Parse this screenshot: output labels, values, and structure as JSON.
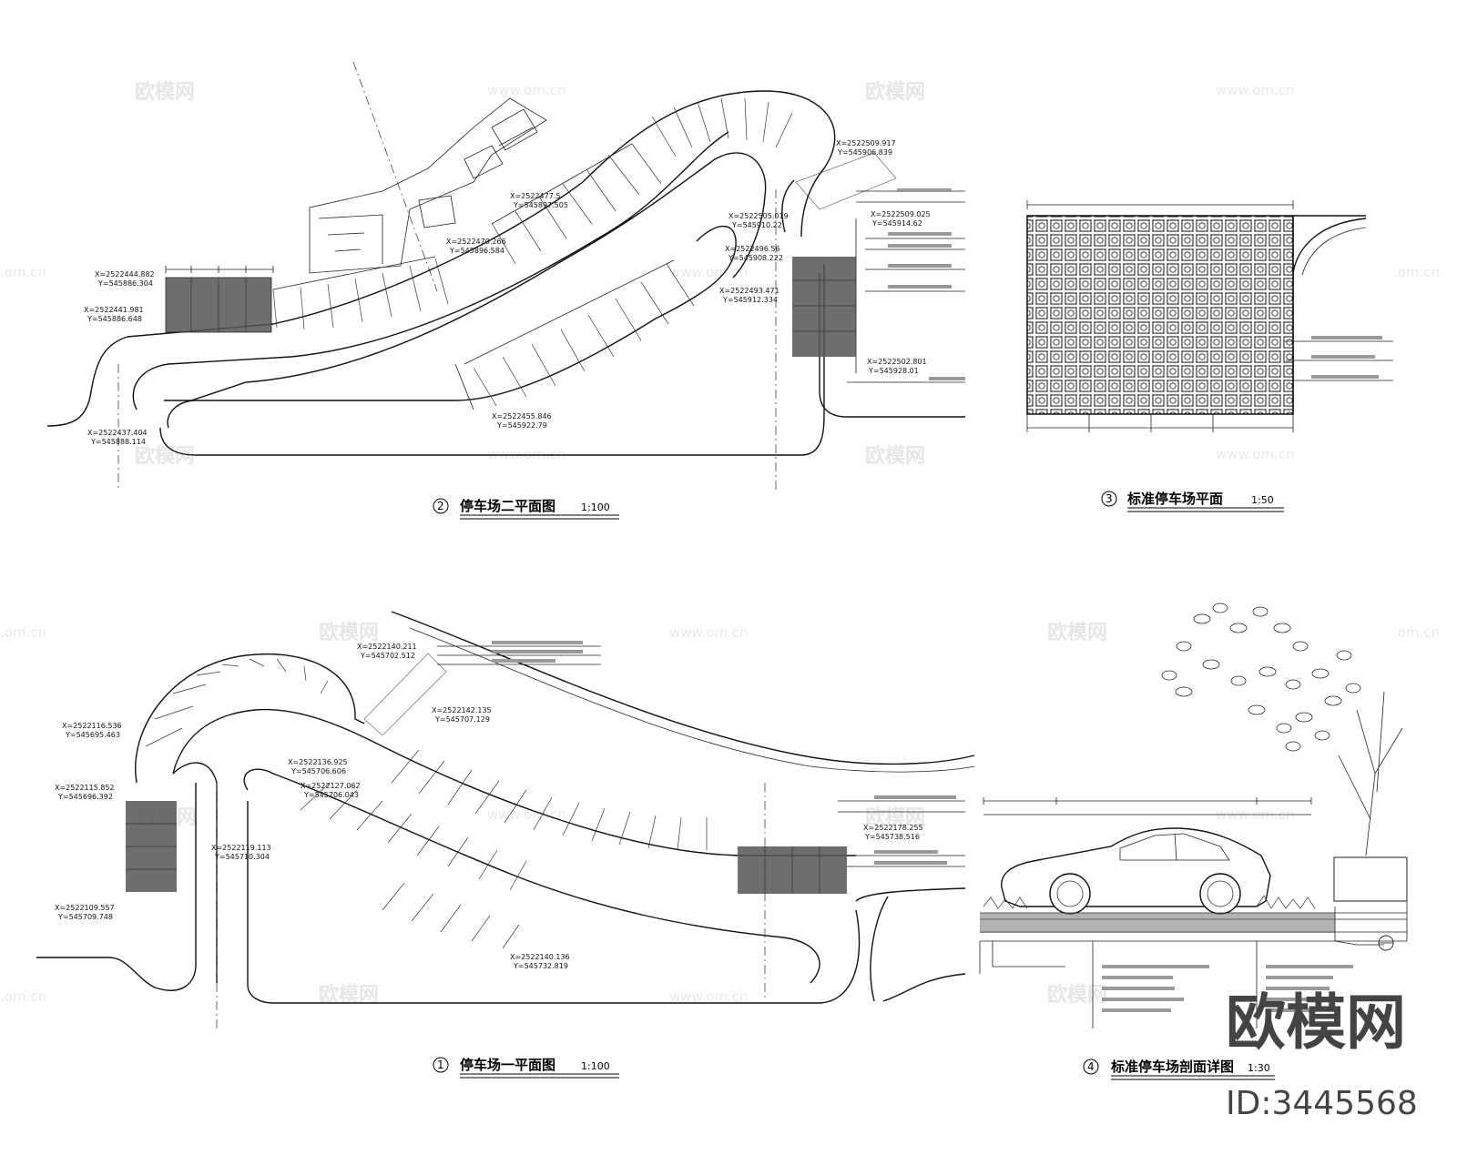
{
  "drawings": [
    {
      "number": "2",
      "title": "停车场二平面图",
      "scale": "1:100"
    },
    {
      "number": "3",
      "title": "标准停车场平面",
      "scale": "1:50"
    },
    {
      "number": "1",
      "title": "停车场一平面图",
      "scale": "1:100"
    },
    {
      "number": "4",
      "title": "标准停车场剖面详图",
      "scale": "1:30"
    }
  ],
  "coords_plan2": [
    [
      "X=2522444.882",
      "Y=545886.304"
    ],
    [
      "X=2522441.981",
      "Y=545886.648"
    ],
    [
      "X=2522437.404",
      "Y=545888.114"
    ],
    [
      "X=2522477.5",
      "Y=545897.505"
    ],
    [
      "X=2522470.266",
      "Y=545896.584"
    ],
    [
      "X=2522505.019",
      "Y=545910.22"
    ],
    [
      "X=2522496.56",
      "Y=545908.222"
    ],
    [
      "X=2522493.471",
      "Y=545912.334"
    ],
    [
      "X=2522509.917",
      "Y=545906.839"
    ],
    [
      "X=2522509.025",
      "Y=545914.62"
    ],
    [
      "X=2522502.801",
      "Y=545928.01"
    ],
    [
      "X=2522455.846",
      "Y=545922.79"
    ]
  ],
  "coords_plan1": [
    [
      "X=2522140.211",
      "Y=545702.512"
    ],
    [
      "X=2522116.536",
      "Y=545695.463"
    ],
    [
      "X=2522142.135",
      "Y=545707.129"
    ],
    [
      "X=2522136.925",
      "Y=545706.606"
    ],
    [
      "X=2522127.062",
      "Y=545706.043"
    ],
    [
      "X=2522115.852",
      "Y=545696.392"
    ],
    [
      "X=2522119.113",
      "Y=545710.304"
    ],
    [
      "X=2522178.255",
      "Y=545738.516"
    ],
    [
      "X=2522109.557",
      "Y=545709.748"
    ],
    [
      "X=2522140.136",
      "Y=545732.819"
    ]
  ],
  "watermark": {
    "brand": "欧模网",
    "url": "www.om.cn",
    "url_short": ".om.cn"
  },
  "brand_block": {
    "name": "欧模网",
    "id": "ID:3445568"
  }
}
